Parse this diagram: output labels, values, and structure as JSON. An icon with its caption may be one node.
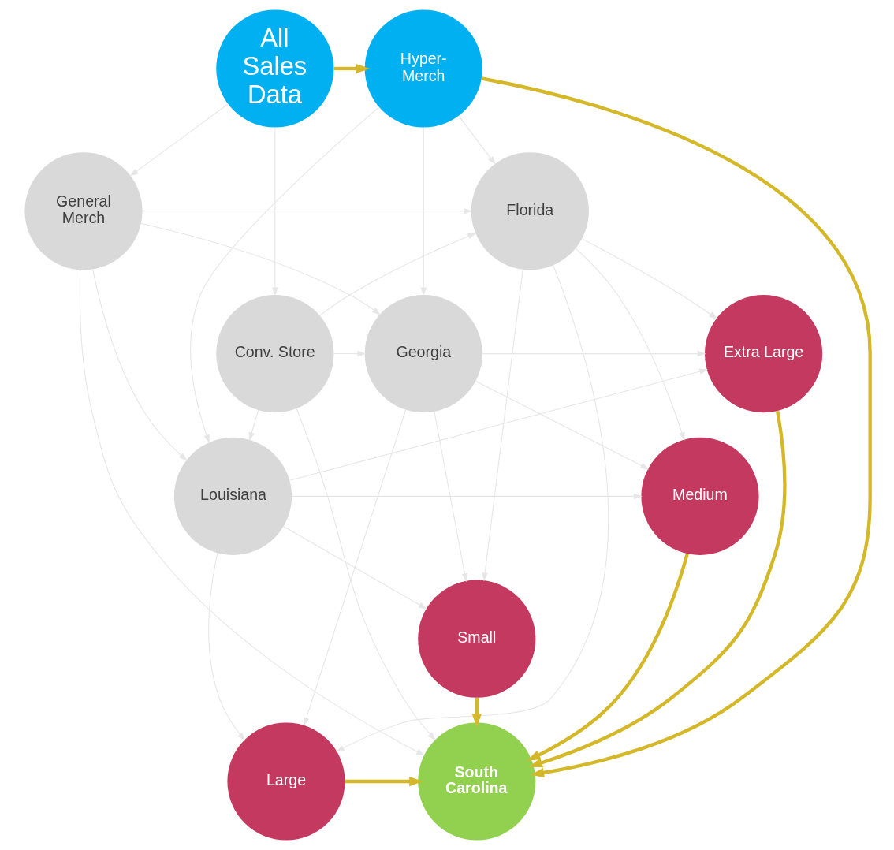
{
  "diagram": {
    "nodes": [
      {
        "text": [
          "All Sales Data"
        ]
      },
      {
        "text": [
          "Hyper-Merch"
        ]
      },
      {
        "text": [
          "Florida"
        ]
      },
      {
        "text": [
          "General Merch"
        ]
      },
      {
        "text": [
          "Extra Large"
        ]
      },
      {
        "text": [
          "Conv. Store"
        ]
      },
      {
        "text": [
          "Georgia"
        ]
      },
      {
        "text": [
          "South Carolina"
        ]
      },
      {
        "text": [
          "Large"
        ]
      },
      {
        "text": [
          "Louisiana"
        ]
      },
      {
        "text": [
          "Medium"
        ]
      },
      {
        "text": [
          "Small"
        ]
      }
    ],
    "edges": [
      {
        "from": 0,
        "to": 1,
        "arrow": "to",
        "style": "thick",
        "color": "#d4b82a"
      },
      {
        "from": 1,
        "to": 7,
        "arrow": "to",
        "style": "thick",
        "color": "#d4b82a"
      },
      {
        "from": 4,
        "to": 7,
        "arrow": "to",
        "style": "thick",
        "color": "#d4b82a"
      },
      {
        "from": 8,
        "to": 7,
        "arrow": "to",
        "style": "thick",
        "color": "#d4b82a"
      },
      {
        "from": 10,
        "to": 7,
        "arrow": "to",
        "style": "thick",
        "color": "#d4b82a"
      },
      {
        "from": 11,
        "to": 7,
        "arrow": "to",
        "style": "thick",
        "color": "#d4b82a"
      },
      {
        "from": 0,
        "to": 3,
        "arrow": "to"
      },
      {
        "from": 0,
        "to": 5,
        "arrow": "to"
      },
      {
        "from": 1,
        "to": 2,
        "arrow": "to"
      },
      {
        "from": 1,
        "to": 6,
        "arrow": "to"
      },
      {
        "from": 1,
        "to": 9,
        "arrow": "to"
      },
      {
        "from": 3,
        "to": 2,
        "arrow": "to"
      },
      {
        "from": 3,
        "to": 6,
        "arrow": "to"
      },
      {
        "from": 3,
        "to": 7,
        "arrow": "to"
      },
      {
        "from": 3,
        "to": 9,
        "arrow": "to"
      },
      {
        "from": 5,
        "to": 2,
        "arrow": "to"
      },
      {
        "from": 5,
        "to": 6,
        "arrow": "to"
      },
      {
        "from": 5,
        "to": 7,
        "arrow": "to"
      },
      {
        "from": 5,
        "to": 9,
        "arrow": "to"
      },
      {
        "from": 2,
        "to": 4,
        "arrow": "to"
      },
      {
        "from": 2,
        "to": 8,
        "arrow": "to"
      },
      {
        "from": 2,
        "to": 10,
        "arrow": "to"
      },
      {
        "from": 2,
        "to": 11,
        "arrow": "to"
      },
      {
        "from": 6,
        "to": 4,
        "arrow": "to"
      },
      {
        "from": 6,
        "to": 8,
        "arrow": "to"
      },
      {
        "from": 6,
        "to": 10,
        "arrow": "to"
      },
      {
        "from": 6,
        "to": 11,
        "arrow": "to"
      },
      {
        "from": 9,
        "to": 4,
        "arrow": "to"
      },
      {
        "from": 9,
        "to": 8,
        "arrow": "to"
      },
      {
        "from": 9,
        "to": 10,
        "arrow": "to"
      },
      {
        "from": 9,
        "to": 11,
        "arrow": "to"
      }
    ]
  }
}
